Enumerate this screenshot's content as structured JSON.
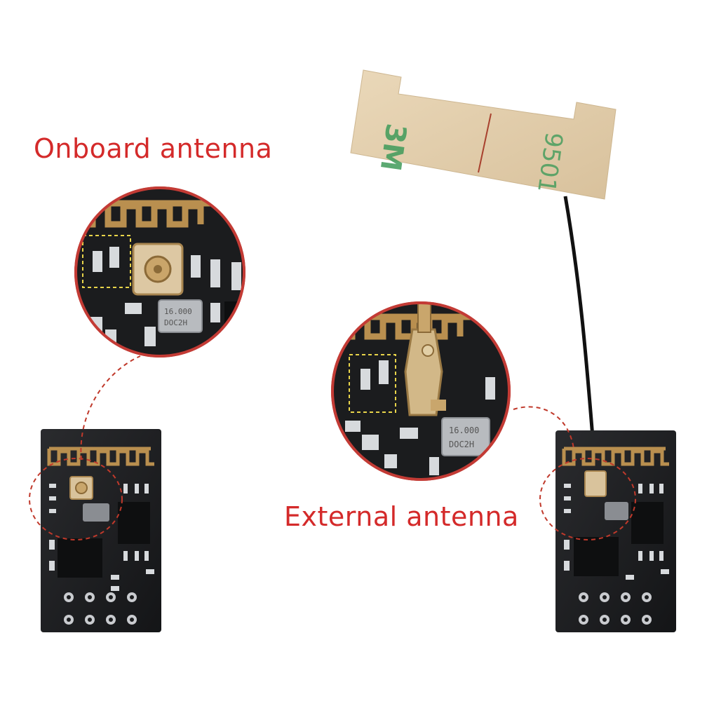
{
  "labels": {
    "onboard": "Onboard antenna",
    "external": "External antenna"
  },
  "sticker_text": {
    "brand": "3M",
    "code": "9501"
  },
  "chip_marking": {
    "line1": "16.000",
    "line2": "DOC2H"
  },
  "colors": {
    "label_red": "#d42a2a",
    "pcb": "#1b1c1e",
    "copper": "#b98f4f",
    "sticker": "#e2cfae",
    "dashed_ring": "#c0392b",
    "highlight": "#e8d44a"
  }
}
